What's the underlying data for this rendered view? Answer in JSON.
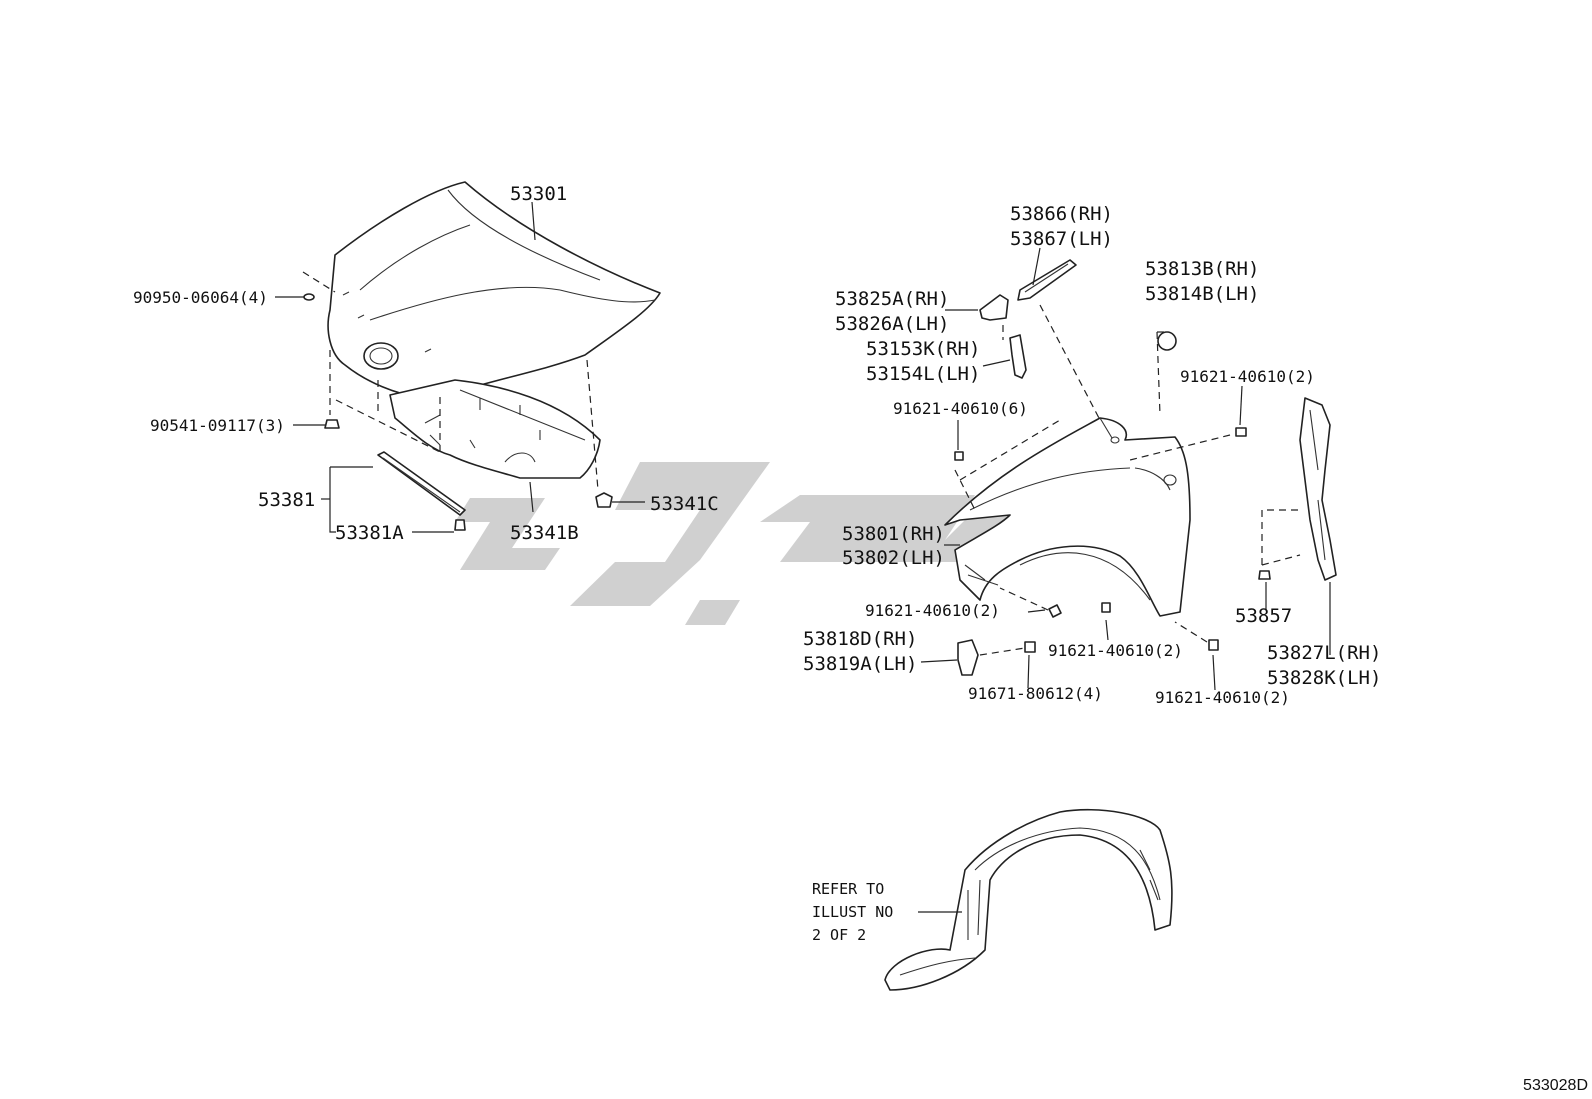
{
  "drawing_code": "533028D",
  "labels": {
    "hood": "53301",
    "hood_cushion": "90950-06064(4)",
    "hood_stopper": "90541-09117(3)",
    "hood_seal": "53381",
    "hood_seal_clip": "53381A",
    "hood_insulator": "53341B",
    "insulator_clip": "53341C",
    "seal_rh": "53866(RH)",
    "seal_lh": "53867(LH)",
    "bracket_a_rh": "53825A(RH)",
    "bracket_a_lh": "53826A(LH)",
    "bracket_k_rh": "53153K(RH)",
    "bracket_l_lh": "53154L(LH)",
    "cushion_rh": "53813B(RH)",
    "cushion_lh": "53814B(LH)",
    "bolt_6": "91621-40610(6)",
    "bolt_top_right": "91621-40610(2)",
    "fender_rh": "53801(RH)",
    "fender_lh": "53802(LH)",
    "bolt_lower_left": "91621-40610(2)",
    "bolt_lower_mid": "91621-40610(2)",
    "bolt_lower_right": "91621-40610(2)",
    "clip_53857": "53857",
    "protector_rh": "53827L(RH)",
    "protector_lh": "53828K(LH)",
    "bracket_d_rh": "53818D(RH)",
    "bracket_a2_lh": "53819A(LH)",
    "screw_4": "91671-80612(4)",
    "refer_line1": "REFER TO",
    "refer_line2": "ILLUST NO",
    "refer_line3": "2 OF 2"
  }
}
